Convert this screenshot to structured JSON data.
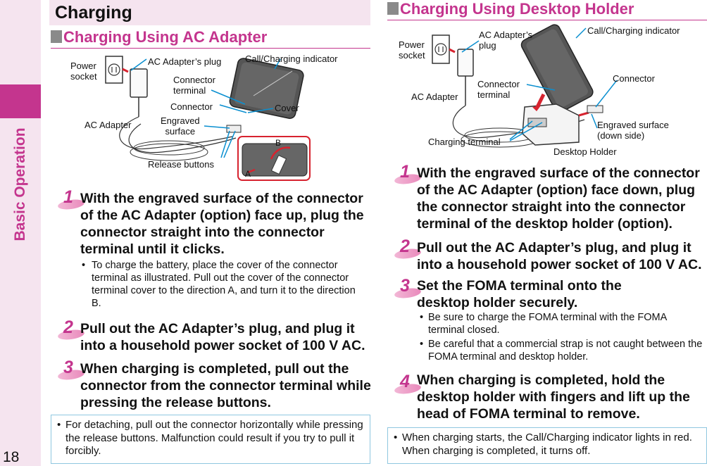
{
  "page_number": "18",
  "side_label": "Basic Operation",
  "left": {
    "title": "Charging",
    "section_title": "Charging Using AC Adapter",
    "diagram": {
      "power_socket": "Power\nsocket",
      "ac_plug": "AC Adapter’s plug",
      "indicator": "Call/Charging indicator",
      "connector_terminal": "Connector\nterminal",
      "connector": "Connector",
      "cover": "Cover",
      "ac_adapter": "AC Adapter",
      "engraved_surface": "Engraved\nsurface",
      "release_buttons": "Release buttons",
      "letter_a": "A",
      "letter_b": "B"
    },
    "steps": [
      {
        "num": "1",
        "text": "With the engraved surface of the connector of the AC Adapter (option) face up, plug the connector straight into the connector terminal until it clicks."
      },
      {
        "num": "2",
        "text": "Pull out the AC Adapter’s plug, and plug it into a household power socket of 100 V AC."
      },
      {
        "num": "3",
        "text": "When charging is completed, pull out the connector from the connector terminal while pressing the release buttons."
      }
    ],
    "step1_bullet": "To charge the battery, place the cover of the connector terminal as illustrated. Pull out the cover of the connector terminal cover to the direction A, and turn it to the direction B.",
    "note": "For detaching, pull out the connector horizontally while pressing the release buttons. Malfunction could result if you try to pull it forcibly."
  },
  "right": {
    "section_title": "Charging Using Desktop Holder",
    "diagram": {
      "power_socket": "Power\nsocket",
      "ac_plug": "AC Adapter’s\nplug",
      "indicator": "Call/Charging indicator",
      "connector_terminal": "Connector\nterminal",
      "connector": "Connector",
      "ac_adapter": "AC Adapter",
      "engraved_surface": "Engraved surface\n(down side)",
      "charging_terminal": "Charging terminal",
      "desktop_holder": "Desktop Holder"
    },
    "steps": [
      {
        "num": "1",
        "text": "With the engraved surface of the connector of the AC Adapter (option) face down, plug the connector straight into the connector terminal of the desktop holder (option)."
      },
      {
        "num": "2",
        "text": "Pull out the AC Adapter’s plug, and plug it into a household power socket of 100 V AC."
      },
      {
        "num": "3",
        "text": "Set the FOMA terminal onto the desktop holder securely."
      },
      {
        "num": "4",
        "text": "When charging is completed, hold the desktop holder with fingers and lift up the head of FOMA terminal to remove."
      }
    ],
    "step3_bullets": [
      "Be sure to charge the FOMA terminal with the FOMA terminal closed.",
      "Be careful that a commercial strap is not caught between the FOMA terminal and desktop holder."
    ],
    "note": "When charging starts, the Call/Charging indicator lights in red. When charging is completed, it turns off."
  },
  "colors": {
    "accent": "#c4358e",
    "tint": "#f5e4ef",
    "note_border": "#8fc7e0",
    "arrow_red": "#d7232f"
  }
}
